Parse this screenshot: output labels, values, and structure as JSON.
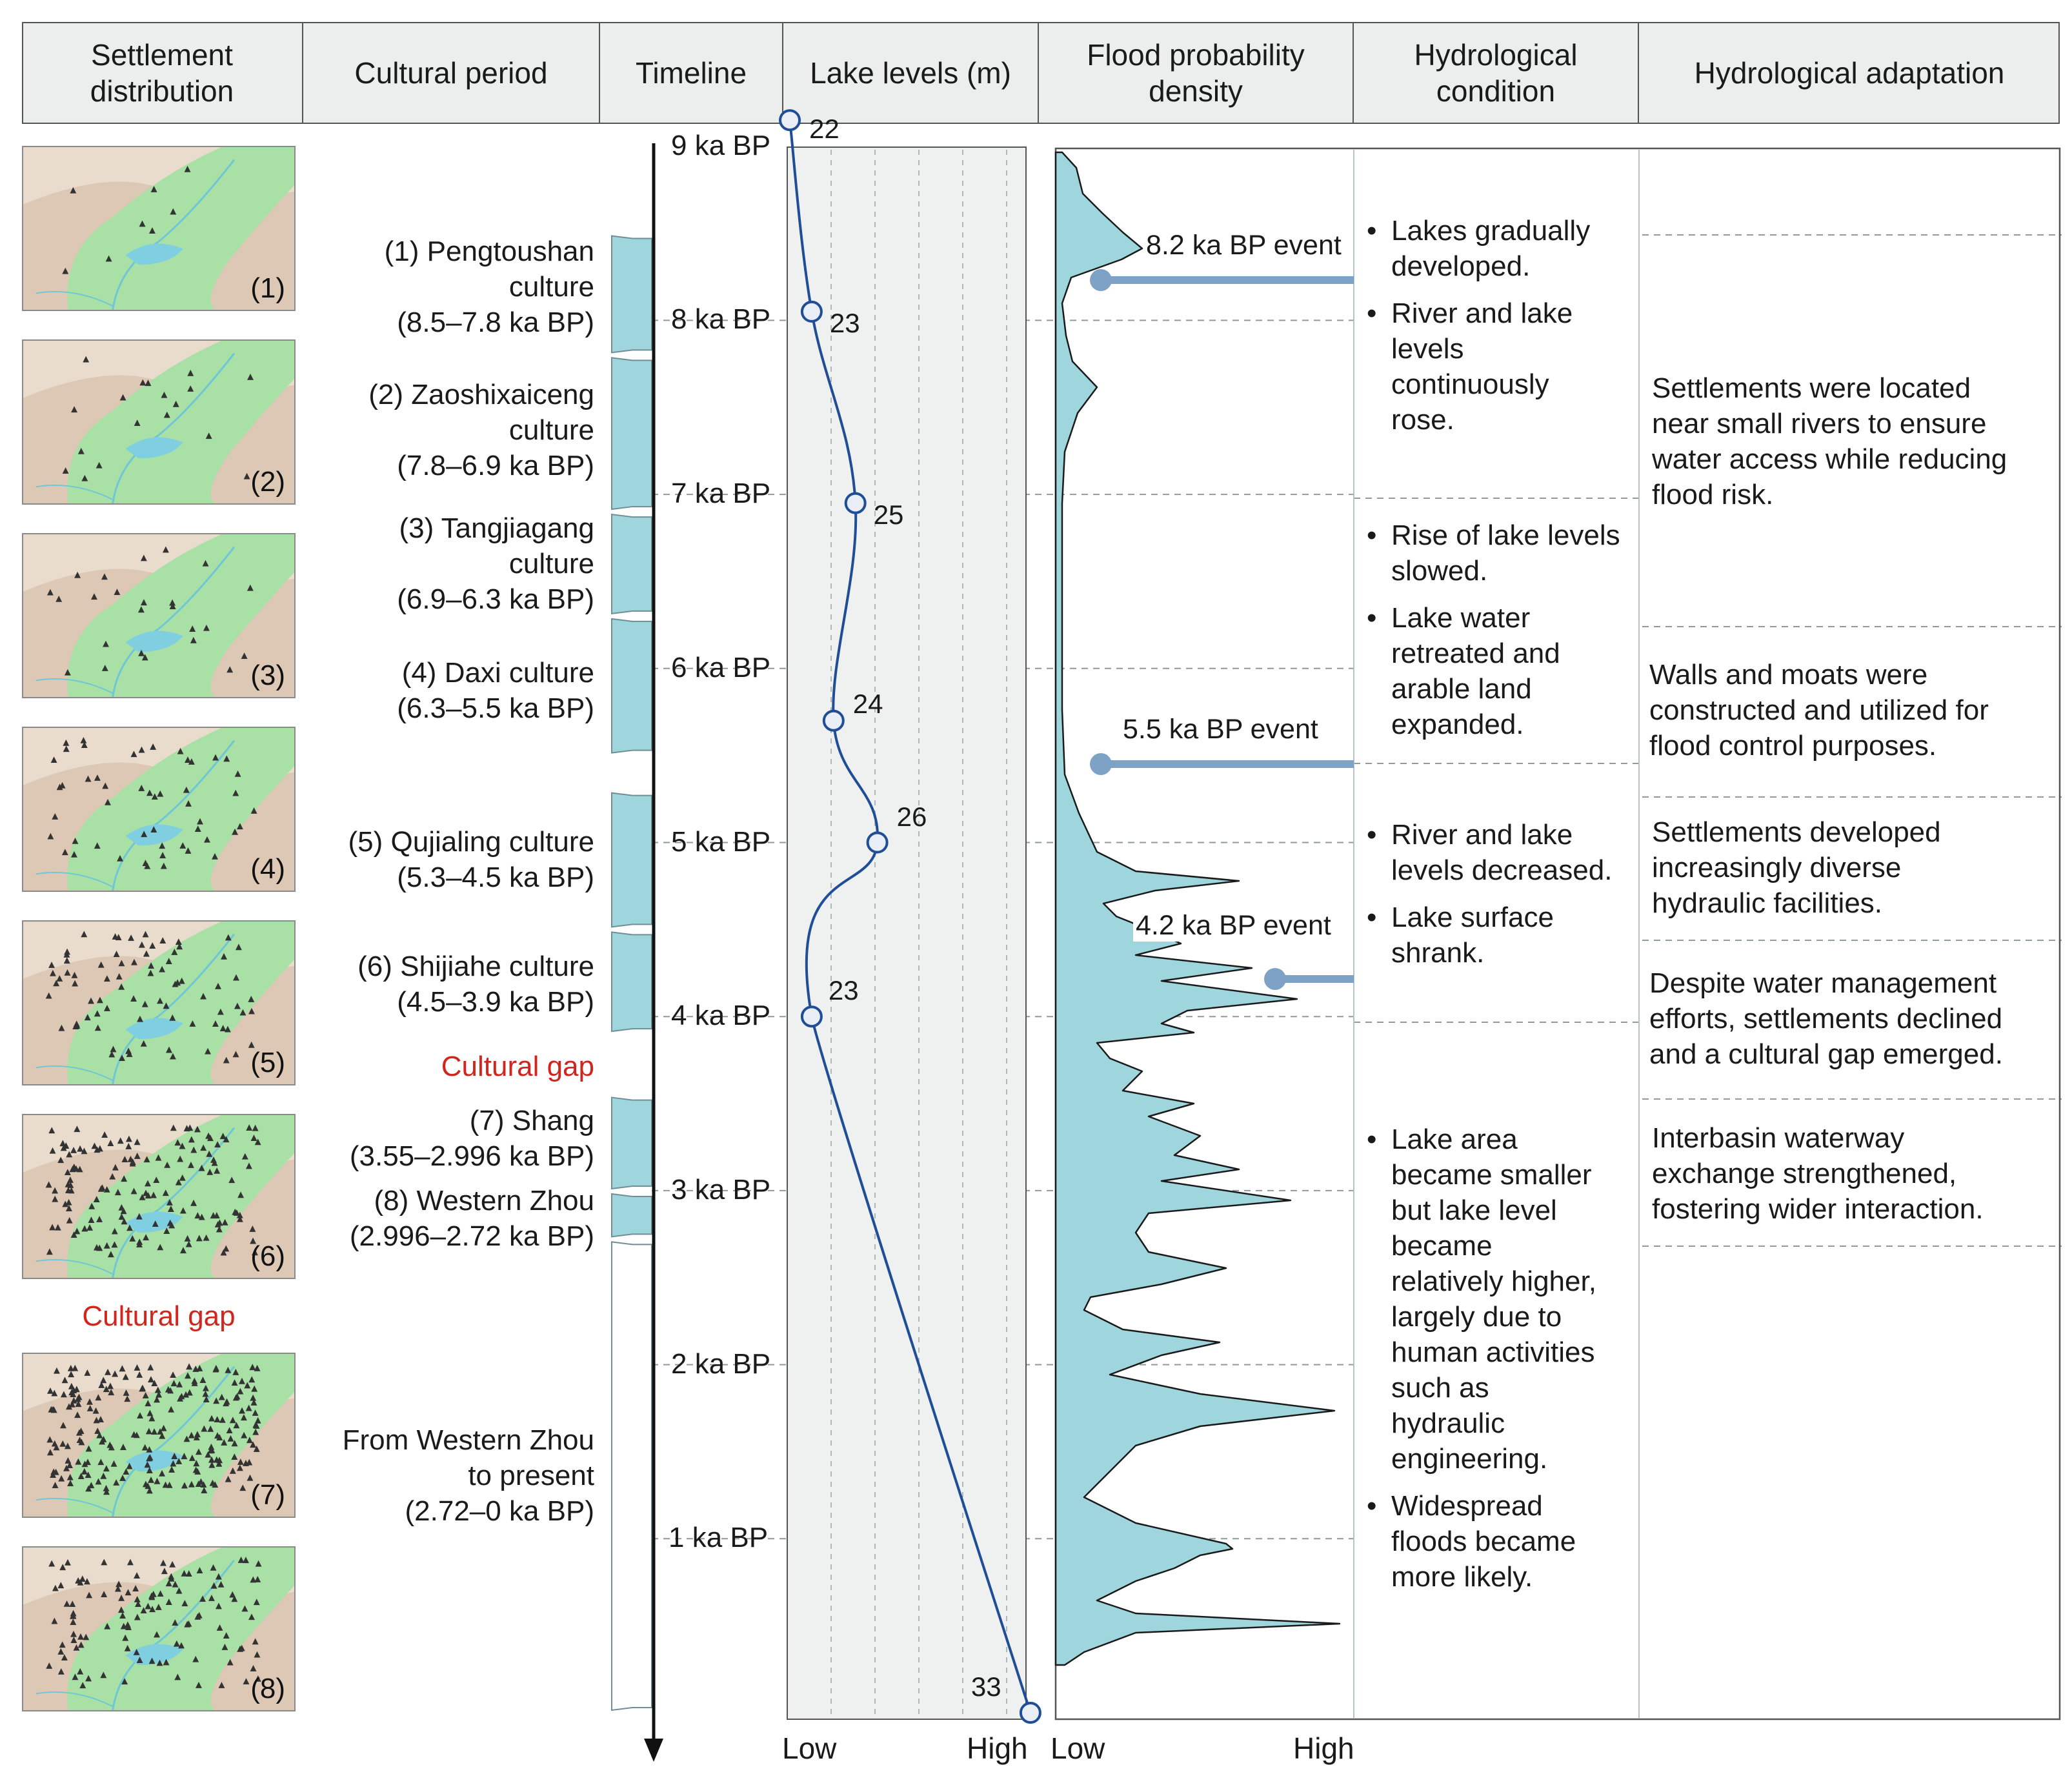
{
  "headers": [
    "Settlement\ndistribution",
    "Cultural period",
    "Timeline",
    "Lake levels (m)",
    "Flood probability\ndensity",
    "Hydrological\ncondition",
    "Hydrological adaptation"
  ],
  "maps": [
    "(1)",
    "(2)",
    "(3)",
    "(4)",
    "(5)",
    "(6)",
    "(7)",
    "(8)"
  ],
  "maps_gap_label": "Cultural gap",
  "periods": [
    {
      "label": "(1) Pengtoushan\nculture\n(8.5–7.8 ka BP)",
      "start": 8.5,
      "end": 7.8
    },
    {
      "label": "(2) Zaoshixaiceng\nculture\n(7.8–6.9 ka BP)",
      "start": 7.8,
      "end": 6.9
    },
    {
      "label": "(3) Tangjiagang\nculture\n(6.9–6.3 ka BP)",
      "start": 6.9,
      "end": 6.3
    },
    {
      "label": "(4) Daxi culture\n(6.3–5.5 ka BP)",
      "start": 6.3,
      "end": 5.5
    },
    {
      "label": "(5) Qujialing culture\n(5.3–4.5 ka BP)",
      "start": 5.3,
      "end": 4.5
    },
    {
      "label": "(6) Shijiahe culture\n(4.5–3.9 ka BP)",
      "start": 4.5,
      "end": 3.9
    },
    {
      "label": "(7) Shang\n(3.55–2.996 ka BP)",
      "start": 3.55,
      "end": 2.996
    },
    {
      "label": "(8) Western Zhou\n(2.996–2.72 ka BP)",
      "start": 2.996,
      "end": 2.72
    },
    {
      "label": "From Western Zhou\nto present\n(2.72–0 ka BP)",
      "start": 2.72,
      "end": 0
    }
  ],
  "periods_gap_label": "Cultural gap",
  "timeline_ticks": [
    "9 ka BP",
    "8 ka BP",
    "7 ka BP",
    "6 ka BP",
    "5 ka BP",
    "4 ka BP",
    "3 ka BP",
    "2 ka BP",
    "1 ka BP"
  ],
  "timeline_values": [
    9,
    8,
    7,
    6,
    5,
    4,
    3,
    2,
    1
  ],
  "chart_data": [
    {
      "type": "line",
      "title": "Lake levels (m)",
      "x_axis_labels": [
        "Low",
        "High"
      ],
      "points": [
        {
          "age_ka_bp": 9.15,
          "level_m": 22
        },
        {
          "age_ka_bp": 8.05,
          "level_m": 23
        },
        {
          "age_ka_bp": 6.95,
          "level_m": 25
        },
        {
          "age_ka_bp": 5.7,
          "level_m": 24
        },
        {
          "age_ka_bp": 5.0,
          "level_m": 26
        },
        {
          "age_ka_bp": 4.0,
          "level_m": 23
        },
        {
          "age_ka_bp": 0.0,
          "level_m": 33
        }
      ]
    },
    {
      "type": "area",
      "title": "Flood probability density",
      "x_axis_labels": [
        "Low",
        "High"
      ],
      "events": [
        {
          "label": "8.2 ka BP event",
          "age_ka_bp": 8.2
        },
        {
          "label": "5.5 ka BP event",
          "age_ka_bp": 5.5
        },
        {
          "label": "4.2 ka BP event",
          "age_ka_bp": 4.2
        }
      ]
    }
  ],
  "conditions": [
    {
      "bullets": [
        "Lakes gradually\ndeveloped.",
        "River and lake\nlevels\ncontinuously\nrose."
      ]
    },
    {
      "bullets": [
        "Rise of lake levels\nslowed.",
        "Lake water\nretreated and\narable land\nexpanded."
      ]
    },
    {
      "bullets": [
        "River and lake\nlevels decreased.",
        "Lake surface\nshrank."
      ]
    },
    {
      "bullets": [
        "Lake area\nbecame smaller\nbut lake level\nbecame\nrelatively higher,\nlargely due to\nhuman activities\nsuch as\nhydraulic\nengineering.",
        "Widespread\nfloods became\nmore likely."
      ]
    }
  ],
  "adaptations": [
    "Settlements were located\nnear small rivers to ensure\nwater access while reducing\nflood risk.",
    "Walls and moats were\nconstructed and utilized for\nflood control purposes.",
    "Settlements developed\nincreasingly diverse\nhydraulic facilities.",
    "Despite water management\nefforts, settlements declined\nand a cultural gap emerged.",
    "Interbasin waterway\nexchange strengthened,\nfostering wider interaction."
  ],
  "colors": {
    "teal": "#9fd6dd",
    "lake_line": "#1f4e96",
    "event_line": "#7da2c6",
    "panel_bg": "#eef1ef",
    "red": "#d0261e"
  }
}
